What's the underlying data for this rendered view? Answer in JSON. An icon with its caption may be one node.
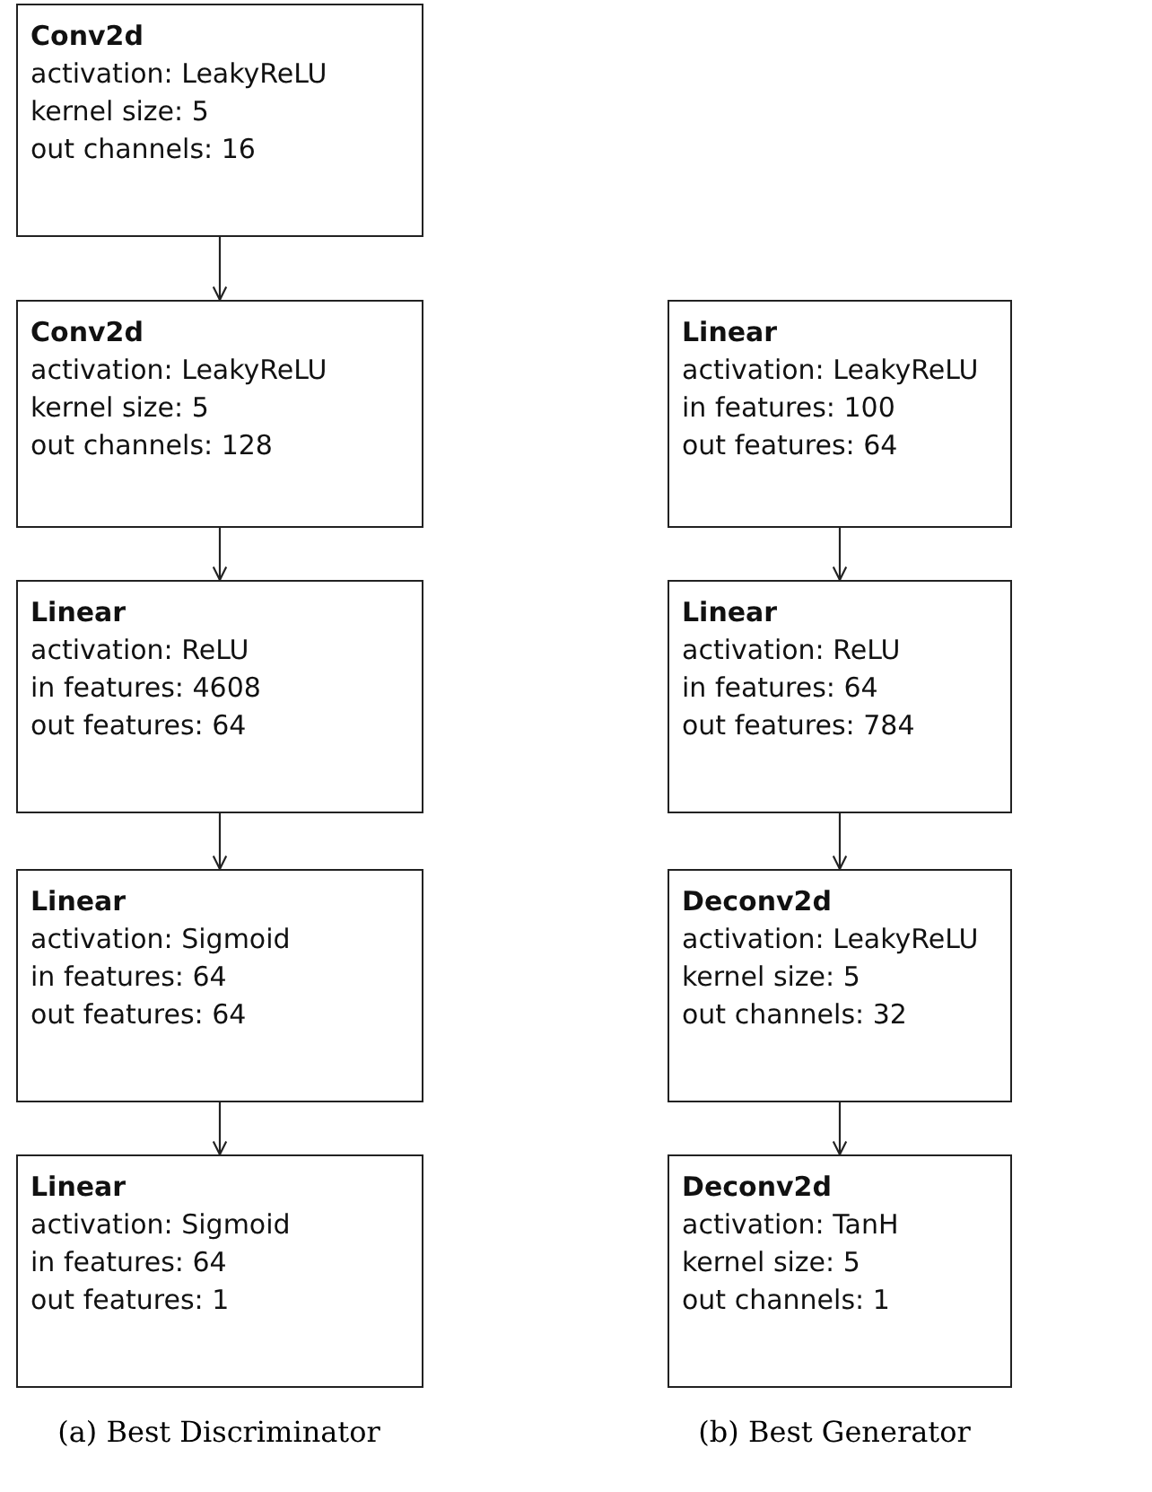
{
  "diagram": {
    "nodes": [
      {
        "text": [
          "Conv2d",
          "activation: LeakyReLU",
          "kernel size: 5",
          "out channels: 16"
        ]
      },
      {
        "text": [
          "Conv2d",
          "activation: LeakyReLU",
          "kernel size: 5",
          "out channels: 128"
        ]
      },
      {
        "text": [
          "Linear",
          "activation: ReLU",
          "in features: 4608",
          "out features: 64"
        ]
      },
      {
        "text": [
          "Linear",
          "activation: Sigmoid",
          "in features: 64",
          "out features: 64"
        ]
      },
      {
        "text": [
          "Linear",
          "activation: Sigmoid",
          "in features: 64",
          "out features: 1"
        ]
      },
      {
        "text": [
          "Linear",
          "activation: LeakyReLU",
          "in features: 100",
          "out features: 64"
        ]
      },
      {
        "text": [
          "Linear",
          "activation: ReLU",
          "in features: 64",
          "out features: 784"
        ]
      },
      {
        "text": [
          "Deconv2d",
          "activation: LeakyReLU",
          "kernel size: 5",
          "out channels: 32"
        ]
      },
      {
        "text": [
          "Deconv2d",
          "activation: TanH",
          "kernel size: 5",
          "out channels: 1"
        ]
      }
    ],
    "edges": [
      {
        "from": 0,
        "to": 1,
        "arrow": "to"
      },
      {
        "from": 1,
        "to": 2,
        "arrow": "to"
      },
      {
        "from": 2,
        "to": 3,
        "arrow": "to"
      },
      {
        "from": 3,
        "to": 4,
        "arrow": "to"
      },
      {
        "from": 5,
        "to": 6,
        "arrow": "to"
      },
      {
        "from": 6,
        "to": 7,
        "arrow": "to"
      },
      {
        "from": 7,
        "to": 8,
        "arrow": "to"
      }
    ],
    "labels": [
      "(a) Best Discriminator",
      "(b) Best Generator"
    ]
  }
}
